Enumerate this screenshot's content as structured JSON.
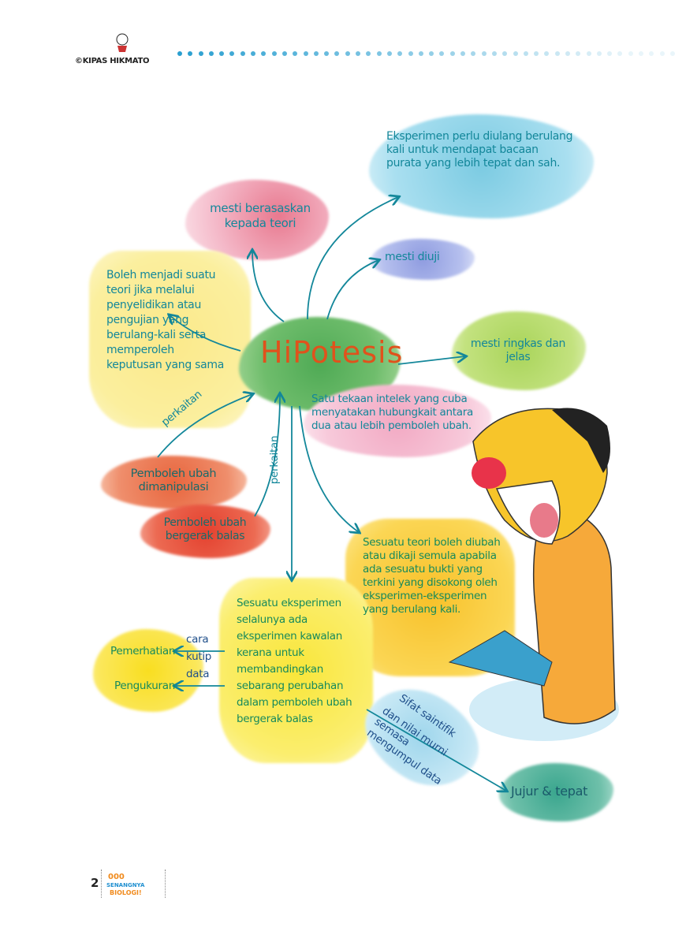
{
  "header": {
    "logo_text": "©KIPAS HIKMATO"
  },
  "diagram": {
    "center": "HiPotesis",
    "definition": "Satu tekaan intelek yang cuba menyatakan hubungkait antara dua atau lebih pemboleh ubah.",
    "nodes": {
      "teori": "mesti berasaskan kepada teori",
      "eksperimen_ulang": "Eksperimen perlu diulang berulang kali untuk mendapat bacaan purata yang lebih tepat dan sah.",
      "diuji": "mesti diuji",
      "ringkas": "mesti ringkas dan jelas",
      "boleh_teori": "Boleh menjadi suatu teori jika melalui penyelidikan atau pengujian yang berulang-kali serta memperoleh keputusan yang sama",
      "manipulasi": "Pemboleh ubah dimanipulasi",
      "bergerak_balas": "Pemboleh ubah bergerak balas",
      "teori_diubah": "Sesuatu teori boleh diubah atau dikaji semula apabila ada sesuatu bukti yang terkini yang disokong oleh eksperimen-eksperimen yang berulang kali.",
      "kawalan": "Sesuatu eksperimen selalunya ada eksperimen kawalan kerana untuk membandingkan sebarang perubahan dalam pemboleh ubah bergerak balas",
      "pemerhatian": "Pemerhatian",
      "pengukuran": "Pengukuran",
      "jujur": "Jujur & tepat"
    },
    "edge_labels": {
      "perkaitan_1": "perkaitan",
      "perkaitan_2": "perkaitan",
      "cara_kutip_data": "cara kutip data",
      "sifat": "Sifat saintifik",
      "nilai": "dan nilai murni semasa mengumpul data"
    }
  },
  "footer": {
    "page_number": "2",
    "logo_text": "SENANGNYA BIOLOGI!"
  },
  "colors": {
    "ink": "#13879a",
    "title": "#e0521c",
    "dots": "#2a9fd0"
  }
}
